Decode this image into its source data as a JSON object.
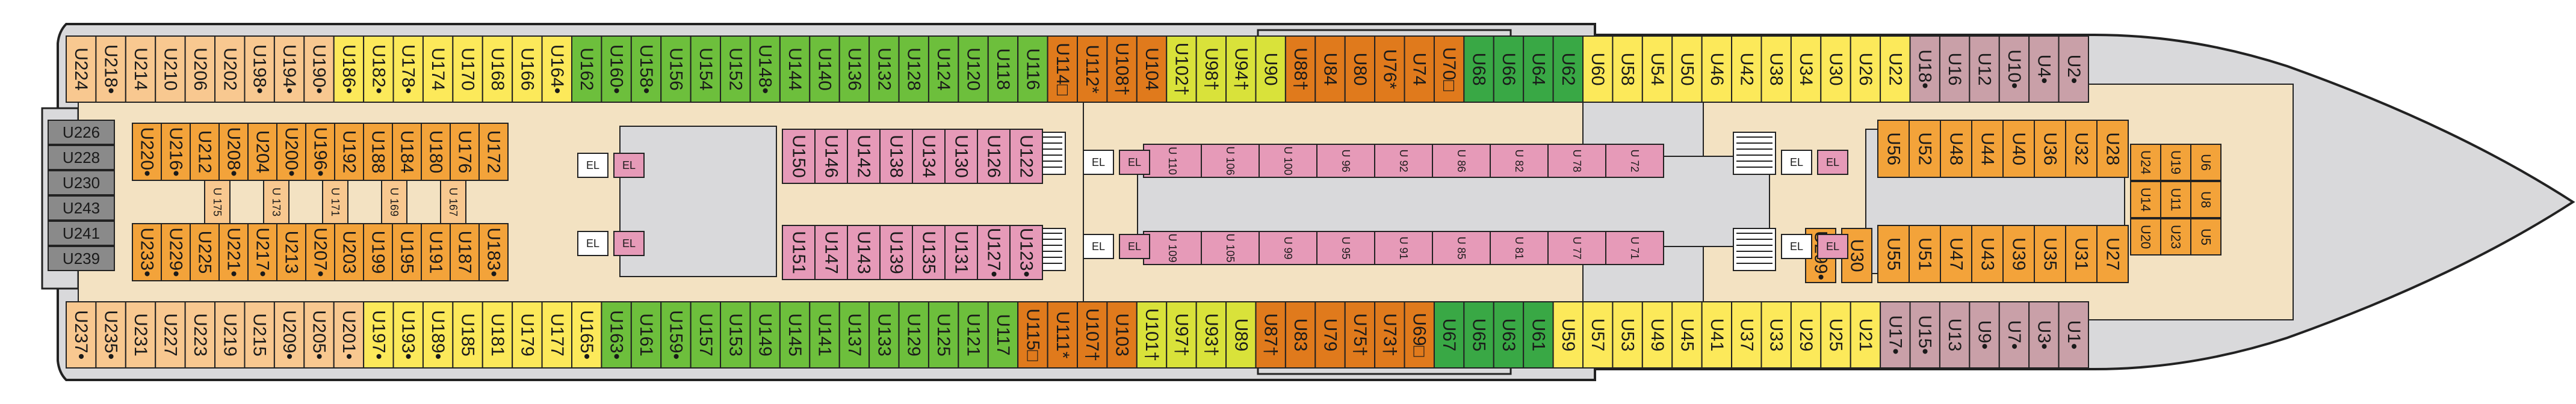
{
  "colors": {
    "hull_fill": "#d9d9db",
    "hull_stroke": "#222222",
    "corridor": "#f3e2c2",
    "peach": "#f8c890",
    "orange_light": "#f3a33a",
    "orange_dark": "#e07a1c",
    "yellow": "#fce95a",
    "lime": "#d9e23a",
    "green": "#6dbf3c",
    "green_dark": "#39a845",
    "pink": "#e69ab8",
    "mauve": "#c9a0a8",
    "gray_cabin": "#8a8a8a",
    "cabin_stroke": "#222222",
    "text": "#1a1a1a"
  },
  "cabins": {
    "top_row": [
      {
        "label": "U224",
        "color": "peach"
      },
      {
        "label": "U218•",
        "color": "peach"
      },
      {
        "label": "U214",
        "color": "peach"
      },
      {
        "label": "U210",
        "color": "peach"
      },
      {
        "label": "U206",
        "color": "peach"
      },
      {
        "label": "U202",
        "color": "peach"
      },
      {
        "label": "U198•",
        "color": "peach"
      },
      {
        "label": "U194•",
        "color": "peach"
      },
      {
        "label": "U190•",
        "color": "peach"
      },
      {
        "label": "U186•",
        "color": "yellow"
      },
      {
        "label": "U182•",
        "color": "yellow"
      },
      {
        "label": "U178•",
        "color": "yellow"
      },
      {
        "label": "U174",
        "color": "yellow"
      },
      {
        "label": "U170",
        "color": "yellow"
      },
      {
        "label": "U168",
        "color": "yellow"
      },
      {
        "label": "U166",
        "color": "yellow"
      },
      {
        "label": "U164•",
        "color": "yellow"
      },
      {
        "label": "U162",
        "color": "green"
      },
      {
        "label": "U160•",
        "color": "green"
      },
      {
        "label": "U158•",
        "color": "green"
      },
      {
        "label": "U156",
        "color": "green"
      },
      {
        "label": "U154",
        "color": "green"
      },
      {
        "label": "U152",
        "color": "green"
      },
      {
        "label": "U148•",
        "color": "green"
      },
      {
        "label": "U144",
        "color": "green"
      },
      {
        "label": "U140",
        "color": "green"
      },
      {
        "label": "U136",
        "color": "green"
      },
      {
        "label": "U132",
        "color": "green"
      },
      {
        "label": "U128",
        "color": "green"
      },
      {
        "label": "U124",
        "color": "green"
      },
      {
        "label": "U120",
        "color": "green"
      },
      {
        "label": "U118",
        "color": "green"
      },
      {
        "label": "U116",
        "color": "green"
      },
      {
        "label": "U114□",
        "color": "orange_dark"
      },
      {
        "label": "U112*",
        "color": "orange_dark"
      },
      {
        "label": "U108†",
        "color": "orange_dark"
      },
      {
        "label": "U104",
        "color": "orange_dark"
      },
      {
        "label": "U102†",
        "color": "lime"
      },
      {
        "label": "U98†",
        "color": "lime"
      },
      {
        "label": "U94†",
        "color": "lime"
      },
      {
        "label": "U90",
        "color": "lime"
      },
      {
        "label": "U88†",
        "color": "orange_dark"
      },
      {
        "label": "U84",
        "color": "orange_dark"
      },
      {
        "label": "U80",
        "color": "orange_dark"
      },
      {
        "label": "U76*",
        "color": "orange_dark"
      },
      {
        "label": "U74",
        "color": "orange_dark"
      },
      {
        "label": "U70□",
        "color": "orange_dark"
      },
      {
        "label": "U68",
        "color": "green_dark"
      },
      {
        "label": "U66",
        "color": "green_dark"
      },
      {
        "label": "U64",
        "color": "green_dark"
      },
      {
        "label": "U62",
        "color": "green_dark"
      },
      {
        "label": "U60",
        "color": "yellow"
      },
      {
        "label": "U58",
        "color": "yellow"
      },
      {
        "label": "U54",
        "color": "yellow"
      },
      {
        "label": "U50",
        "color": "yellow"
      },
      {
        "label": "U46",
        "color": "yellow"
      },
      {
        "label": "U42",
        "color": "yellow"
      },
      {
        "label": "U38",
        "color": "yellow"
      },
      {
        "label": "U34",
        "color": "yellow"
      },
      {
        "label": "U30",
        "color": "yellow"
      },
      {
        "label": "U26",
        "color": "yellow"
      },
      {
        "label": "U22",
        "color": "yellow"
      },
      {
        "label": "U18•",
        "color": "mauve"
      },
      {
        "label": "U16",
        "color": "mauve"
      },
      {
        "label": "U12",
        "color": "mauve"
      },
      {
        "label": "U10•",
        "color": "mauve"
      },
      {
        "label": "U4•",
        "color": "mauve"
      },
      {
        "label": "U2•",
        "color": "mauve"
      }
    ],
    "bottom_row": [
      {
        "label": "U237•",
        "color": "peach"
      },
      {
        "label": "U235•",
        "color": "peach"
      },
      {
        "label": "U231",
        "color": "peach"
      },
      {
        "label": "U227",
        "color": "peach"
      },
      {
        "label": "U223",
        "color": "peach"
      },
      {
        "label": "U219",
        "color": "peach"
      },
      {
        "label": "U215",
        "color": "peach"
      },
      {
        "label": "U209•",
        "color": "peach"
      },
      {
        "label": "U205•",
        "color": "peach"
      },
      {
        "label": "U201•",
        "color": "peach"
      },
      {
        "label": "U197•",
        "color": "yellow"
      },
      {
        "label": "U193•",
        "color": "yellow"
      },
      {
        "label": "U189•",
        "color": "yellow"
      },
      {
        "label": "U185",
        "color": "yellow"
      },
      {
        "label": "U181",
        "color": "yellow"
      },
      {
        "label": "U179",
        "color": "yellow"
      },
      {
        "label": "U177",
        "color": "yellow"
      },
      {
        "label": "U165•",
        "color": "yellow"
      },
      {
        "label": "U163•",
        "color": "green"
      },
      {
        "label": "U161",
        "color": "green"
      },
      {
        "label": "U159•",
        "color": "green"
      },
      {
        "label": "U157",
        "color": "green"
      },
      {
        "label": "U153",
        "color": "green"
      },
      {
        "label": "U149",
        "color": "green"
      },
      {
        "label": "U145",
        "color": "green"
      },
      {
        "label": "U141",
        "color": "green"
      },
      {
        "label": "U137",
        "color": "green"
      },
      {
        "label": "U133",
        "color": "green"
      },
      {
        "label": "U129",
        "color": "green"
      },
      {
        "label": "U125",
        "color": "green"
      },
      {
        "label": "U121",
        "color": "green"
      },
      {
        "label": "U117",
        "color": "green"
      },
      {
        "label": "U115□",
        "color": "orange_dark"
      },
      {
        "label": "U111*",
        "color": "orange_dark"
      },
      {
        "label": "U107†",
        "color": "orange_dark"
      },
      {
        "label": "U103",
        "color": "orange_dark"
      },
      {
        "label": "U101†",
        "color": "lime"
      },
      {
        "label": "U97†",
        "color": "lime"
      },
      {
        "label": "U93†",
        "color": "lime"
      },
      {
        "label": "U89",
        "color": "lime"
      },
      {
        "label": "U87†",
        "color": "orange_dark"
      },
      {
        "label": "U83",
        "color": "orange_dark"
      },
      {
        "label": "U79",
        "color": "orange_dark"
      },
      {
        "label": "U75†",
        "color": "orange_dark"
      },
      {
        "label": "U73†",
        "color": "orange_dark"
      },
      {
        "label": "U69□",
        "color": "orange_dark"
      },
      {
        "label": "U67",
        "color": "green_dark"
      },
      {
        "label": "U65",
        "color": "green_dark"
      },
      {
        "label": "U63",
        "color": "green_dark"
      },
      {
        "label": "U61",
        "color": "green_dark"
      },
      {
        "label": "U59",
        "color": "yellow"
      },
      {
        "label": "U57",
        "color": "yellow"
      },
      {
        "label": "U53",
        "color": "yellow"
      },
      {
        "label": "U49",
        "color": "yellow"
      },
      {
        "label": "U45",
        "color": "yellow"
      },
      {
        "label": "U41",
        "color": "yellow"
      },
      {
        "label": "U37",
        "color": "yellow"
      },
      {
        "label": "U33",
        "color": "yellow"
      },
      {
        "label": "U29",
        "color": "yellow"
      },
      {
        "label": "U25",
        "color": "yellow"
      },
      {
        "label": "U21",
        "color": "yellow"
      },
      {
        "label": "U17•",
        "color": "mauve"
      },
      {
        "label": "U15•",
        "color": "mauve"
      },
      {
        "label": "U13",
        "color": "mauve"
      },
      {
        "label": "U9•",
        "color": "mauve"
      },
      {
        "label": "U7•",
        "color": "mauve"
      },
      {
        "label": "U3•",
        "color": "mauve"
      },
      {
        "label": "U1•",
        "color": "mauve"
      }
    ],
    "aft_gray": [
      "U226",
      "U228",
      "U230",
      "U243",
      "U241",
      "U239"
    ],
    "aft_inner_top": [
      "U220•",
      "U216•",
      "U212",
      "U208•",
      "U204",
      "U200•",
      "U196•",
      "U192",
      "U188",
      "U184",
      "U180",
      "U176",
      "U172"
    ],
    "aft_inner_bottom": [
      "U233•",
      "U229•",
      "U225",
      "U221•",
      "U217•",
      "U213",
      "U207•",
      "U203",
      "U199",
      "U195",
      "U191",
      "U187",
      "U183•"
    ],
    "aft_small": [
      "U 175",
      "U 173",
      "U 171",
      "U 169",
      "U 167"
    ],
    "mid_inner_top": [
      "U150",
      "U146",
      "U142",
      "U138",
      "U134",
      "U130",
      "U126",
      "U122"
    ],
    "mid_inner_bottom": [
      "U151",
      "U147",
      "U143",
      "U139",
      "U135",
      "U131",
      "U127•",
      "U123•"
    ],
    "center_top": [
      "U 110",
      "U 106",
      "U 100",
      "U 96",
      "U 92",
      "U 86",
      "U 82",
      "U 78",
      "U 72"
    ],
    "center_bottom": [
      "U 109",
      "U 105",
      "U 99",
      "U 95",
      "U 91",
      "U 85",
      "U 81",
      "U 77",
      "U 71"
    ],
    "fwd_inner_top": [
      "U56",
      "U52",
      "U48",
      "U44",
      "U40",
      "U36",
      "U32",
      "U28"
    ],
    "fwd_inner_bottom": [
      "U55",
      "U51",
      "U47",
      "U43",
      "U39",
      "U35",
      "U31",
      "U27"
    ],
    "fwd_block": [
      "U24",
      "U14",
      "U20",
      "U19",
      "U11",
      "U23",
      "U6",
      "U8",
      "U5"
    ],
    "elevators": [
      "EL",
      "EL",
      "EL",
      "EL",
      "EL",
      "EL",
      "EL",
      "EL",
      "EL",
      "EL",
      "EL",
      "EL"
    ],
    "fwd_misc": [
      "U299•",
      "U30"
    ]
  }
}
